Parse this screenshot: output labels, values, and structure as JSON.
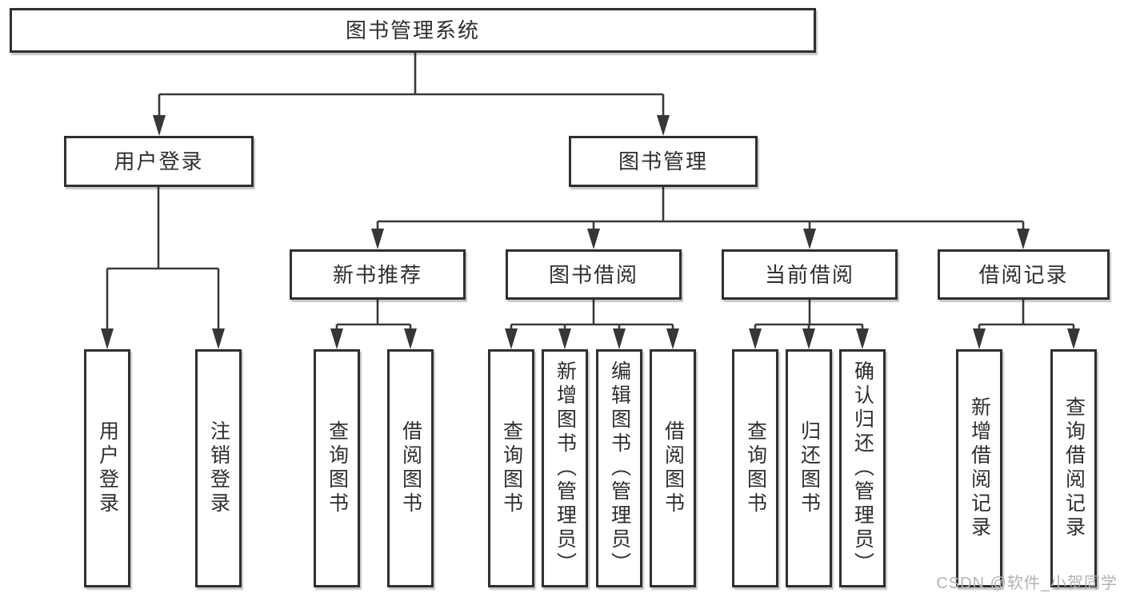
{
  "diagram_title": "图书管理系统",
  "tree": {
    "label": "图书管理系统",
    "children": [
      {
        "label": "用户登录",
        "children": [
          {
            "label": "用户登录"
          },
          {
            "label": "注销登录"
          }
        ]
      },
      {
        "label": "图书管理",
        "children": [
          {
            "label": "新书推荐",
            "children": [
              {
                "label": "查询图书"
              },
              {
                "label": "借阅图书"
              }
            ]
          },
          {
            "label": "图书借阅",
            "children": [
              {
                "label": "查询图书"
              },
              {
                "label": "新增图书（管理员）"
              },
              {
                "label": "编辑图书（管理员）"
              },
              {
                "label": "借阅图书"
              }
            ]
          },
          {
            "label": "当前借阅",
            "children": [
              {
                "label": "查询图书"
              },
              {
                "label": "归还图书"
              },
              {
                "label": "确认归还（管理员）"
              }
            ]
          },
          {
            "label": "借阅记录",
            "children": [
              {
                "label": "新增借阅记录"
              },
              {
                "label": "查询借阅记录"
              }
            ]
          }
        ]
      }
    ]
  },
  "watermark": {
    "text": "CSDN @软件_小贺同学"
  },
  "colors": {
    "background": "#ffffff",
    "connector_line": "#3a3a3a",
    "box_border": "#2f2f2f",
    "text": "#2e2e2e",
    "watermark": "#b3b3b3"
  }
}
